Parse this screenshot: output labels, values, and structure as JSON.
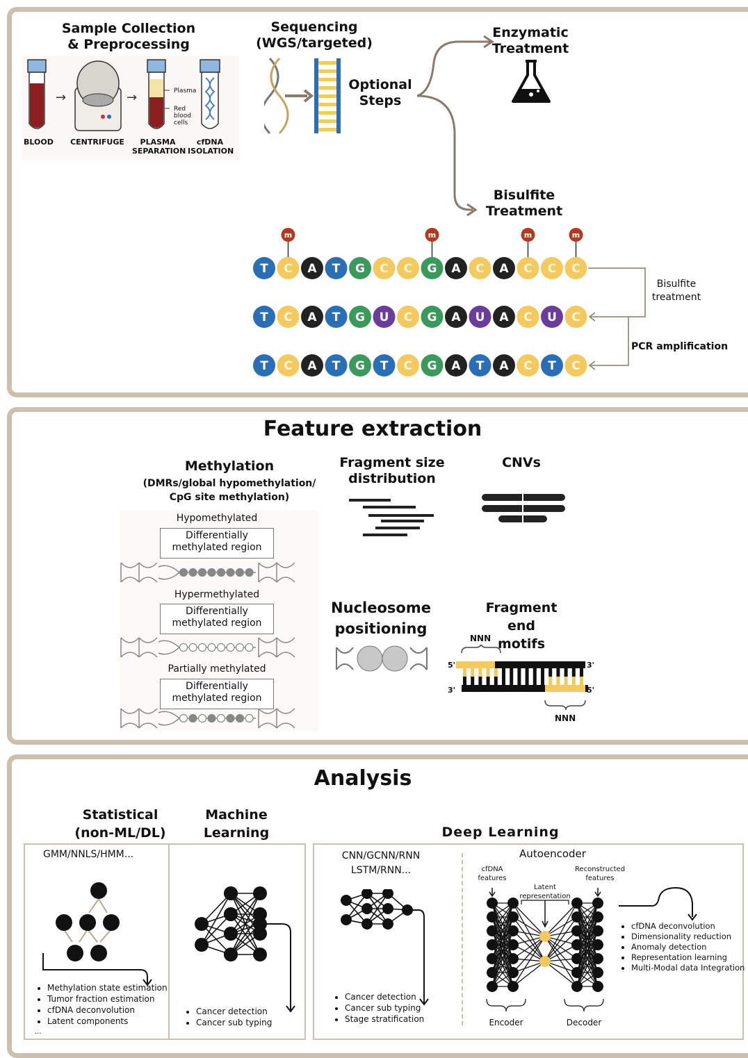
{
  "panel1": {
    "sample_title": "Sample Collection\n& Preprocessing",
    "sample_labels": [
      "BLOOD",
      "CENTRIFUGE",
      "PLASMA\nSEPARATION",
      "cfDNA\nISOLATION"
    ],
    "tube_labels": [
      "Plasma",
      "Red\nblood\ncells"
    ],
    "sequencing_title": "Sequencing\n(WGS/targeted)",
    "optional_steps": "Optional\nSteps",
    "enzymatic": "Enzymatic\nTreatment",
    "bisulfite": "Bisulfite\nTreatment",
    "methyl_mark": "m",
    "seq_rows": [
      [
        "T",
        "C",
        "A",
        "T",
        "G",
        "C",
        "C",
        "G",
        "A",
        "C",
        "A",
        "C",
        "C",
        "C"
      ],
      [
        "T",
        "C",
        "A",
        "T",
        "G",
        "U",
        "C",
        "G",
        "A",
        "U",
        "A",
        "C",
        "U",
        "C"
      ],
      [
        "T",
        "C",
        "A",
        "T",
        "G",
        "T",
        "C",
        "G",
        "A",
        "T",
        "A",
        "C",
        "T",
        "C"
      ]
    ],
    "bisulfite_treatment_label": "Bisulfite\ntreatment",
    "pcr_label": "PCR amplification",
    "base_colors": {
      "T": "#2a6fb5",
      "C": "#f4c95d",
      "A": "#222222",
      "G": "#3a9a5b",
      "U": "#6a3d9a"
    }
  },
  "panel2": {
    "title": "Feature extraction",
    "methylation_title": "Methylation",
    "methylation_sub": "(DMRs/global hypomethylation/\nCpG site methylation)",
    "states": [
      "Hypomethylated",
      "Hypermethylated",
      "Partially methylated"
    ],
    "dmr_label": "Differentially\nmethylated region",
    "fragment_size": "Fragment size\ndistribution",
    "cnvs": "CNVs",
    "nucleosome": "Nucleosome\npositioning",
    "fragment_end": "Fragment end\nmotifs",
    "nnn": "NNN",
    "five_prime": "5'",
    "three_prime": "3'"
  },
  "panel3": {
    "title": "Analysis",
    "statistical_title": "Statistical\n(non-ML/DL)",
    "ml_title": "Machine\nLearning",
    "dl_title": "Deep Learning",
    "stat_methods": "GMM/NNLS/HMM...",
    "stat_bullets": [
      "Methylation state estimation",
      "Tumor fraction estimation",
      "cfDNA deconvolution",
      "Latent components"
    ],
    "stat_more": "...",
    "ml_bullets": [
      "Cancer detection",
      "Cancer sub typing"
    ],
    "dl_methods": "CNN/GCNN/RNN\nLSTM/RNN...",
    "dl_bullets": [
      "Cancer detection",
      "Cancer sub typing",
      "Stage stratification"
    ],
    "autoencoder": "Autoencoder",
    "ae_input": "cfDNA\nfeatures",
    "ae_output": "Reconstructed\nfeatures",
    "ae_latent": "Latent\nrepresentation",
    "encoder": "Encoder",
    "decoder": "Decoder",
    "ae_bullets": [
      "cfDNA deconvolution",
      "Dimensionality reduction",
      "Anomaly detection",
      "Representation learning",
      "Multi-Modal data Integration"
    ]
  }
}
